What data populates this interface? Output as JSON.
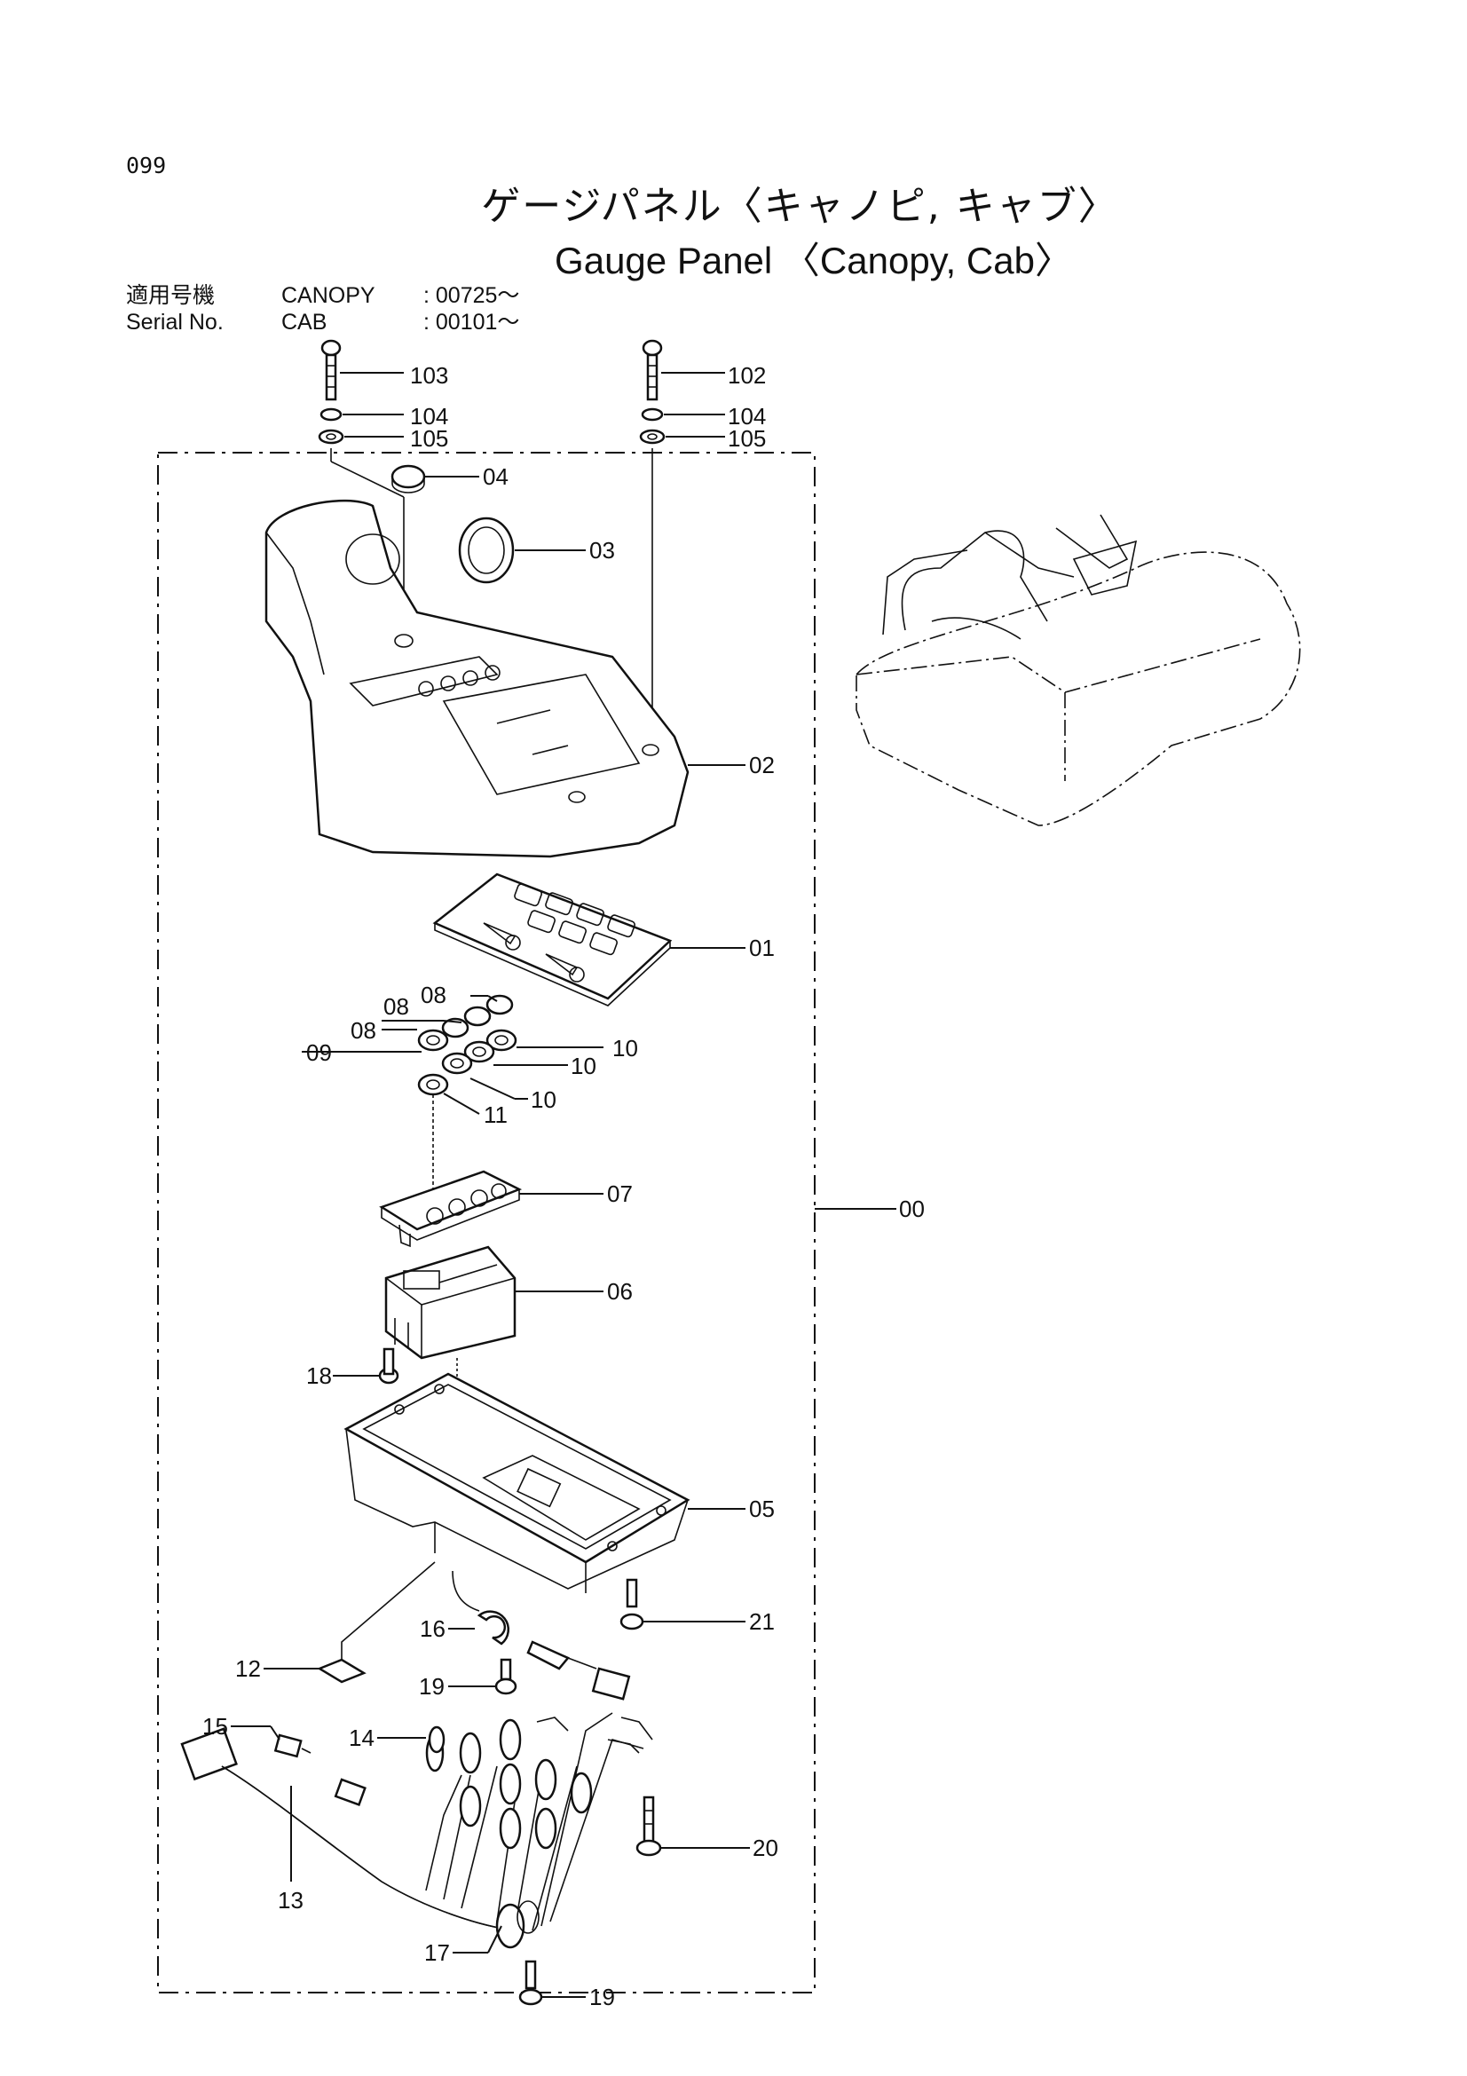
{
  "page": {
    "number": "099",
    "title_jp": "ゲージパネル〈キャノピ, キャブ〉",
    "title_en": "Gauge Panel 〈Canopy, Cab〉"
  },
  "serial": {
    "label_jp": "適用号機",
    "label_en": "Serial No.",
    "canopy_key": "CANOPY",
    "canopy_value": ": 00725～",
    "cab_key": "CAB",
    "cab_value": ": 00101～"
  },
  "callouts": {
    "c00": "00",
    "c01": "01",
    "c02": "02",
    "c03": "03",
    "c04": "04",
    "c05": "05",
    "c06": "06",
    "c07": "07",
    "c08a": "08",
    "c08b": "08",
    "c09": "09",
    "c10a": "10",
    "c10b": "10",
    "c10c": "10",
    "c11": "11",
    "c12": "12",
    "c13": "13",
    "c14": "14",
    "c15": "15",
    "c16": "16",
    "c17": "17",
    "c18": "18",
    "c19a": "19",
    "c19b": "19",
    "c20": "20",
    "c21": "21",
    "c102": "102",
    "c103": "103",
    "c104a": "104",
    "c104b": "104",
    "c105a": "105",
    "c105b": "105"
  }
}
